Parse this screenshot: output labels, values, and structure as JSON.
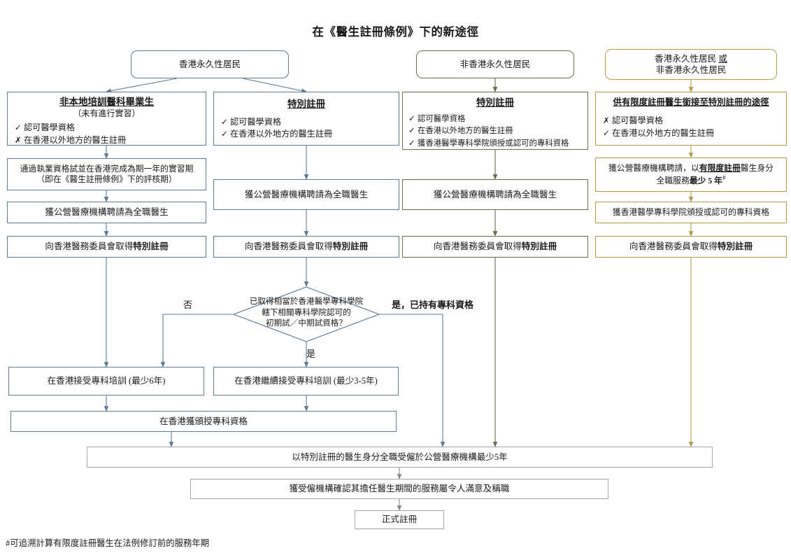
{
  "title": "在《醫生註冊條例》下的新途徑",
  "footnote": "#可追溯計算有限度註冊醫生在法例修訂前的服務年期",
  "colors": {
    "column1": "#5b7a95",
    "column2": "#5b7a95",
    "column3": "#6d6c4b",
    "column4": "#b39a4d",
    "shared": "#a6a6a6",
    "text": "#1a1a1a"
  },
  "top_nodes": [
    {
      "id": "top-hk-permanent",
      "label": "香港永久性居民"
    },
    {
      "id": "top-non-hk-permanent",
      "label": "非香港永久性居民"
    },
    {
      "id": "top-either",
      "line1_a": "香港永久性居民",
      "line1_b": "或",
      "line2": "非香港永久性居民"
    }
  ],
  "columns": [
    {
      "id": "col1",
      "header": "非本地培訓醫科畢業生",
      "subheader": "（未有進行實習）",
      "criteria": [
        {
          "mark": "✓",
          "text": "認可醫學資格"
        },
        {
          "mark": "✗",
          "text": "在香港以外地方的醫生註冊"
        }
      ],
      "steps": [
        {
          "id": "c1-s1",
          "line1": "通過執業資格試並在香港完成為期一年的實習期",
          "line2": "（即在《醫生註冊條例》下的評核期）"
        },
        {
          "id": "c1-s2",
          "text": "獲公營醫療機構聘請為全職醫生"
        },
        {
          "id": "c1-s3",
          "prefix": "向香港醫務委員會取得",
          "bold": "特別註冊"
        }
      ]
    },
    {
      "id": "col2",
      "header": "特別註冊",
      "subheader": "",
      "criteria": [
        {
          "mark": "✓",
          "text": "認可醫學資格"
        },
        {
          "mark": "✓",
          "text": "在香港以外地方的醫生註冊"
        }
      ],
      "steps": [
        {
          "id": "c2-s1",
          "text": "獲公營醫療機構聘請為全職醫生"
        },
        {
          "id": "c2-s2",
          "prefix": "向香港醫務委員會取得",
          "bold": "特別註冊"
        }
      ]
    },
    {
      "id": "col3",
      "header": "特別註冊",
      "subheader": "",
      "criteria": [
        {
          "mark": "✓",
          "text": "認可醫學資格"
        },
        {
          "mark": "✓",
          "text": "在香港以外地方的醫生註冊"
        },
        {
          "mark": "✓",
          "text": "獲香港醫學專科學院頒授或認可的專科資格"
        }
      ],
      "steps": [
        {
          "id": "c3-s1",
          "text": "獲公營醫療機構聘請為全職醫生"
        },
        {
          "id": "c3-s2",
          "prefix": "向香港醫務委員會取得",
          "bold": "特別註冊"
        }
      ]
    },
    {
      "id": "col4",
      "header": "供有限度註冊醫生銜接至特別註冊的途徑",
      "subheader": "",
      "criteria": [
        {
          "mark": "✗",
          "text": "認可醫學資格"
        },
        {
          "mark": "✓",
          "text": "在香港以外地方的醫生註冊"
        }
      ],
      "steps": [
        {
          "id": "c4-s1",
          "l1_a": "獲公營醫療機構聘請，以",
          "l1_b": "有限度註冊",
          "l1_c": "醫生身分",
          "l2_a": "全職服務",
          "l2_b": "最少 5 年",
          "l2_sup": "#"
        },
        {
          "id": "c4-s2",
          "text": "獲香港醫學專科學院頒授或認可的專科資格"
        },
        {
          "id": "c4-s3",
          "prefix": "向香港醫務委員會取得",
          "bold": "特別註冊"
        }
      ]
    }
  ],
  "decision": {
    "id": "decision-intermediate-exam",
    "text": "已取得相當於香港醫學專科學院\n轄下相關專科學院認可的\n初期試／中期試資格？",
    "label_no": "否",
    "label_yes": "是",
    "label_yes_specialist": "是，已持有專科資格"
  },
  "training_nodes": [
    {
      "id": "training-6y",
      "text": "在香港接受專科培訓 (最少6年)"
    },
    {
      "id": "training-3to5y",
      "text": "在香港繼續接受專科培訓 (最少3-5年)"
    }
  ],
  "qualification_node": {
    "id": "qualification-awarded",
    "text": "在香港獲頒授專科資格"
  },
  "shared_nodes": [
    {
      "id": "shared-5y-service",
      "text": "以特別註冊的醫生身分全職受僱於公營醫療機構最少5年"
    },
    {
      "id": "shared-employer-confirm",
      "text": "獲受僱機構確認其擔任醫生期間的服務屬令人滿意及稱職"
    },
    {
      "id": "shared-full-registration",
      "text": "正式註冊"
    }
  ]
}
